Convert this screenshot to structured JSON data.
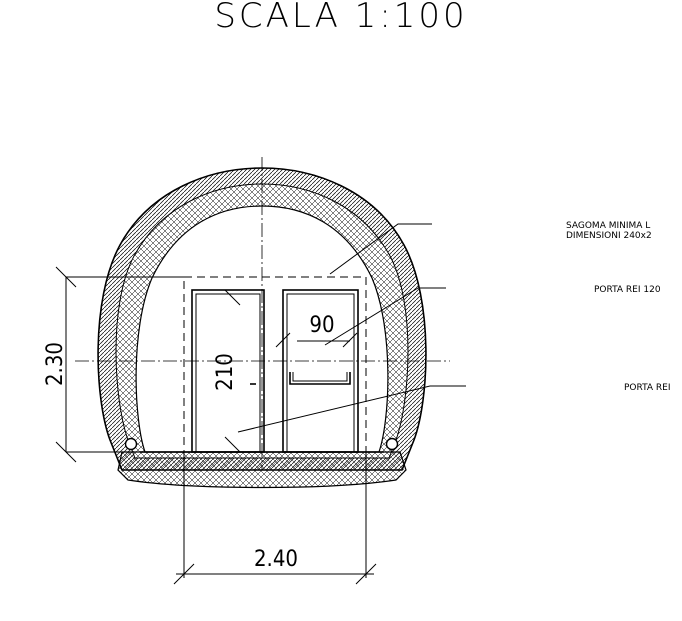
{
  "title": "SCALA 1:100",
  "dimensions": {
    "height": "2.30",
    "width": "2.40",
    "door_height": "210",
    "door_width": "90"
  },
  "notes": {
    "gauge_line1": "SAGOMA MINIMA L",
    "gauge_line2": "DIMENSIONI 240x2",
    "door_rei_120": "PORTA REI 120",
    "door_rei": "PORTA REI"
  }
}
